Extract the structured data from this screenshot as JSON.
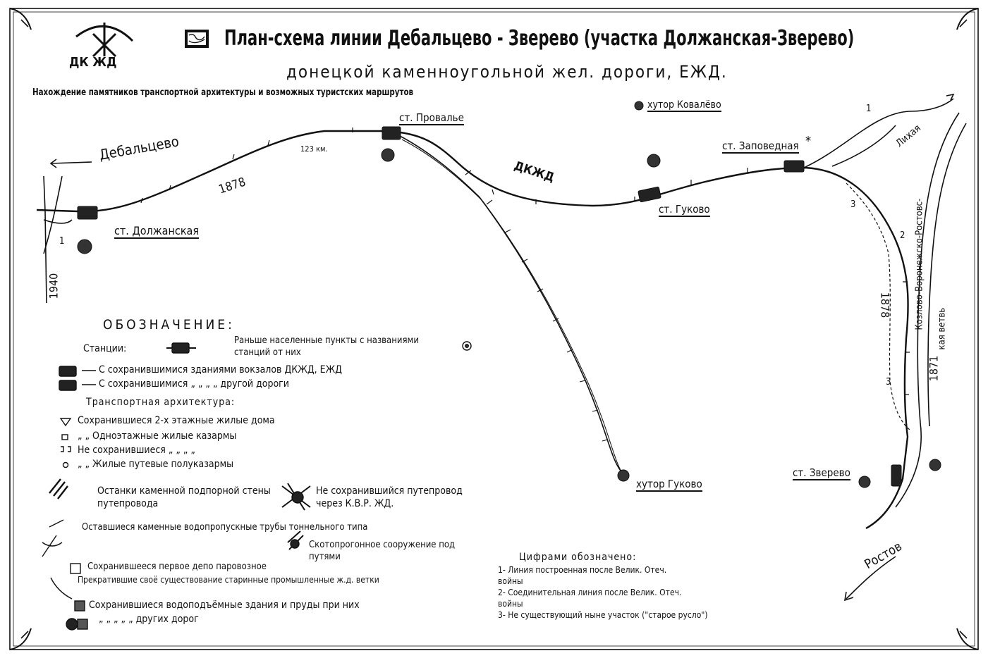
{
  "header": {
    "logo_text": "ДК ЖД",
    "title": "План-схема линии Дебальцево - Зверево (участка Должанская-Зверево)",
    "subtitle": "донецкой каменноугольной жел. дороги, ЕЖД.",
    "note": "Нахождение памятников транспортной архитектуры и возможных туристских маршрутов"
  },
  "map": {
    "labels": {
      "debaltsevo": "Дебальцево",
      "dolzhanskaya": "ст. Должанская",
      "provale": "ст. Провалье",
      "km123": "123 км.",
      "year_1878_a": "1878",
      "year_1940": "1940",
      "dkzhd": "ДКЖД",
      "khutor_kovalevo": "хутор Ковалёво",
      "gukovo": "ст. Гуково",
      "zapovednaya": "ст. Заповедная",
      "khutor_gukovo": "хутор Гуково",
      "likhaya": "Лихая",
      "kozlovo_line1": "Козлово-Воронежско-Ростовс-",
      "kozlovo_line2": "кая ветвь",
      "year_1878_b": "1878",
      "year_1871": "1871",
      "zverevo": "ст. Зверево",
      "rostov": "Ростов",
      "num1_a": "1",
      "num1_b": "1",
      "num2": "2",
      "num3_a": "3",
      "num3_b": "3",
      "star": "*"
    }
  },
  "legend": {
    "heading": "ОБОЗНАЧЕНИЕ:",
    "stations_label": "Станции:",
    "former_settlements": "Раньше населенные пункты с названиями станций от них",
    "row_station_dkzhd": "С сохранившимися зданиями вокзалов ДКЖД, ЕЖД",
    "row_station_other": "С сохранившимися  „  „  „  „  другой дороги",
    "transport_heading": "Транспортная архитектура:",
    "row_houses": "Сохранившиеся 2-х этажные жилые дома",
    "row_barracks": "„  „  Одноэтажные жилые казармы",
    "row_not_preserved": "Не сохранившиеся  „  „  „  „",
    "row_half_barracks": "„  „  Жилые путевые полуказармы",
    "row_wall": "Останки каменной подпорной стены путепровода",
    "row_overpass": "Не сохранившийся путепровод через К.В.Р. ЖД.",
    "row_culverts": "Оставшиеся каменные водопропускные трубы тоннельного типа",
    "row_cattle": "Скотопрогонное сооружение под путями",
    "row_depot": "Сохранившееся первое депо паровозное",
    "row_branches": "Прекратившие своё существование старинные промышленные ж.д. ветки",
    "row_water": "Сохранившиеся водоподъёмные здания и пруды при них",
    "row_water_other": "„  „  „  „  „  других дорог",
    "numbers_heading": "Цифрами обозначено:",
    "num_1": "1- Линия построенная после Велик. Отеч. войны",
    "num_2": "2- Соединительная линия после Велик. Отеч. войны",
    "num_3": "3- Не существующий ныне участок (\"старое русло\")"
  }
}
